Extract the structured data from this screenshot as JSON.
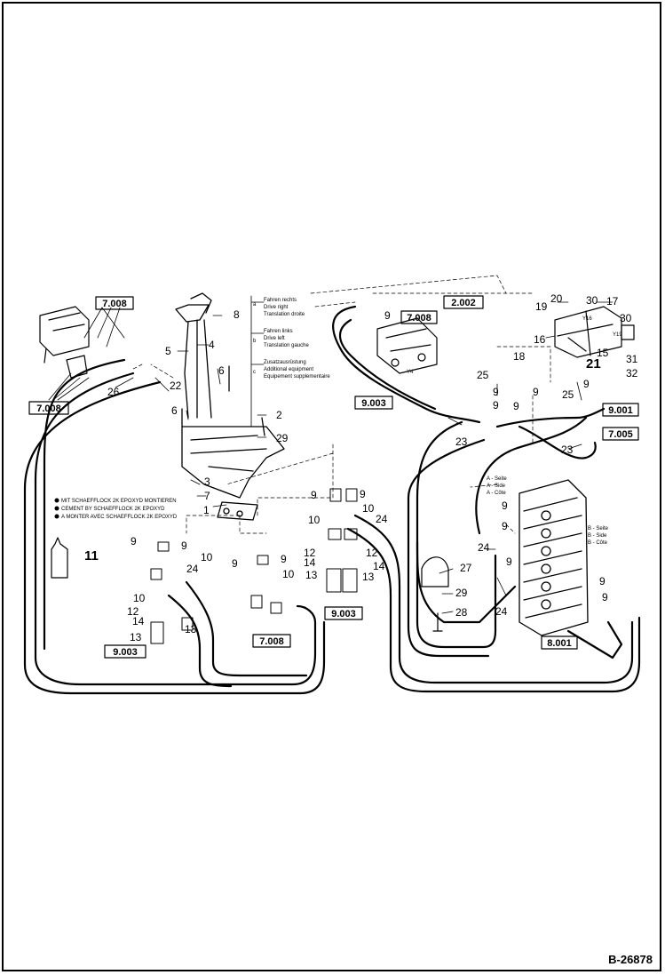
{
  "document_number": "B-26878",
  "references": {
    "r1": "7.008",
    "r2": "7.008",
    "r3": "2.002",
    "r4": "7.008",
    "r5": "9.003",
    "r6": "9.001",
    "r7": "7.005",
    "r8": "9.003",
    "r9": "7.008",
    "r10": "9.003",
    "r11": "8.001"
  },
  "legend_functions": [
    {
      "letter": "a",
      "lines": [
        "Fahren rechts",
        "Drive right",
        "Translation droite"
      ]
    },
    {
      "letter": "b",
      "lines": [
        "Fahren links",
        "Drive left",
        "Translation gauche"
      ]
    },
    {
      "letter": "c",
      "lines": [
        "Zusatzausrüstung",
        "Additional equipment",
        "Equipement supplementaire"
      ]
    }
  ],
  "adhesive_note": [
    "MIT SCHAEFFLOCK 2K EPOXYD MONTIEREN",
    "CEMENT BY SCHAEFFLOCK 2K EPOXYD",
    "A MONTER AVEC SCHAEFFLOCK 2K EPOXYD"
  ],
  "side_legend_a": [
    "A - Seite",
    "A - Side",
    "A - Côte"
  ],
  "side_legend_b": [
    "B - Seite",
    "B - Side",
    "B - Côte"
  ],
  "parts": {
    "p1": "1",
    "p2": "2",
    "p3": "3",
    "p4": "4",
    "p5": "5",
    "p6": "6",
    "p7": "7",
    "p8": "8",
    "p9": "9",
    "p10": "10",
    "p11": "11",
    "p12": "12",
    "p13": "13",
    "p14": "14",
    "p15": "15",
    "p16": "16",
    "p17": "17",
    "p18": "18",
    "p19": "19",
    "p20": "20",
    "p21": "21",
    "p22": "22",
    "p23": "23",
    "p24": "24",
    "p25": "25",
    "p26": "26",
    "p27": "27",
    "p28": "28",
    "p29": "29",
    "p30": "30",
    "p31": "31",
    "p32": "32"
  },
  "valve_markers": [
    "Y16",
    "Y19",
    "Y4"
  ]
}
